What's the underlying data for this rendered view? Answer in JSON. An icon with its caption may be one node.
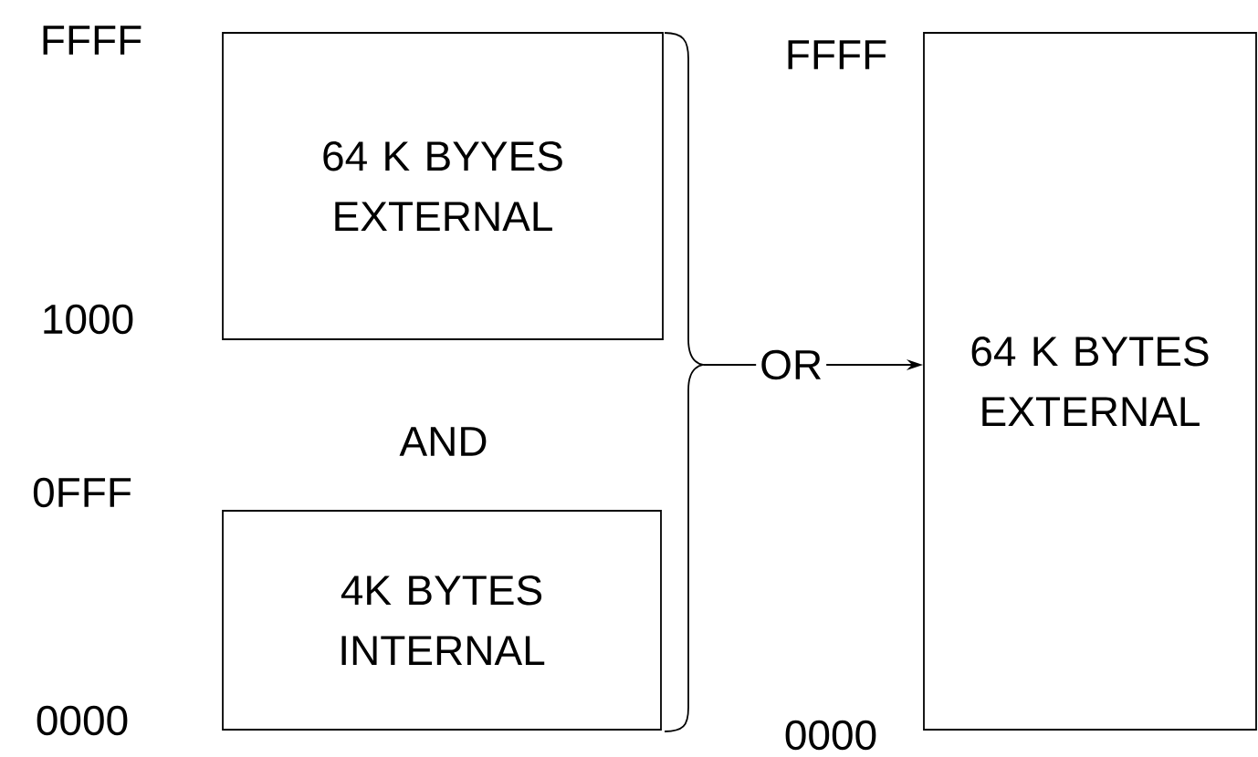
{
  "diagram": {
    "nodes": [
      {
        "text": [
          "64 K BYYES EXTERNAL"
        ]
      },
      {
        "text": [
          "4K BYTES INTERNAL"
        ]
      },
      {
        "text": [
          "64 K BYTES EXTERNAL"
        ]
      },
      {
        "text": [],
        "shape": "brace"
      }
    ],
    "edges": [
      {
        "from": 3,
        "to": 2,
        "arrow": "to",
        "label": "OR"
      }
    ],
    "labels": [
      "FFFF",
      "1000",
      "AND",
      "0FFF",
      "0000",
      "FFFF",
      "0000"
    ]
  }
}
